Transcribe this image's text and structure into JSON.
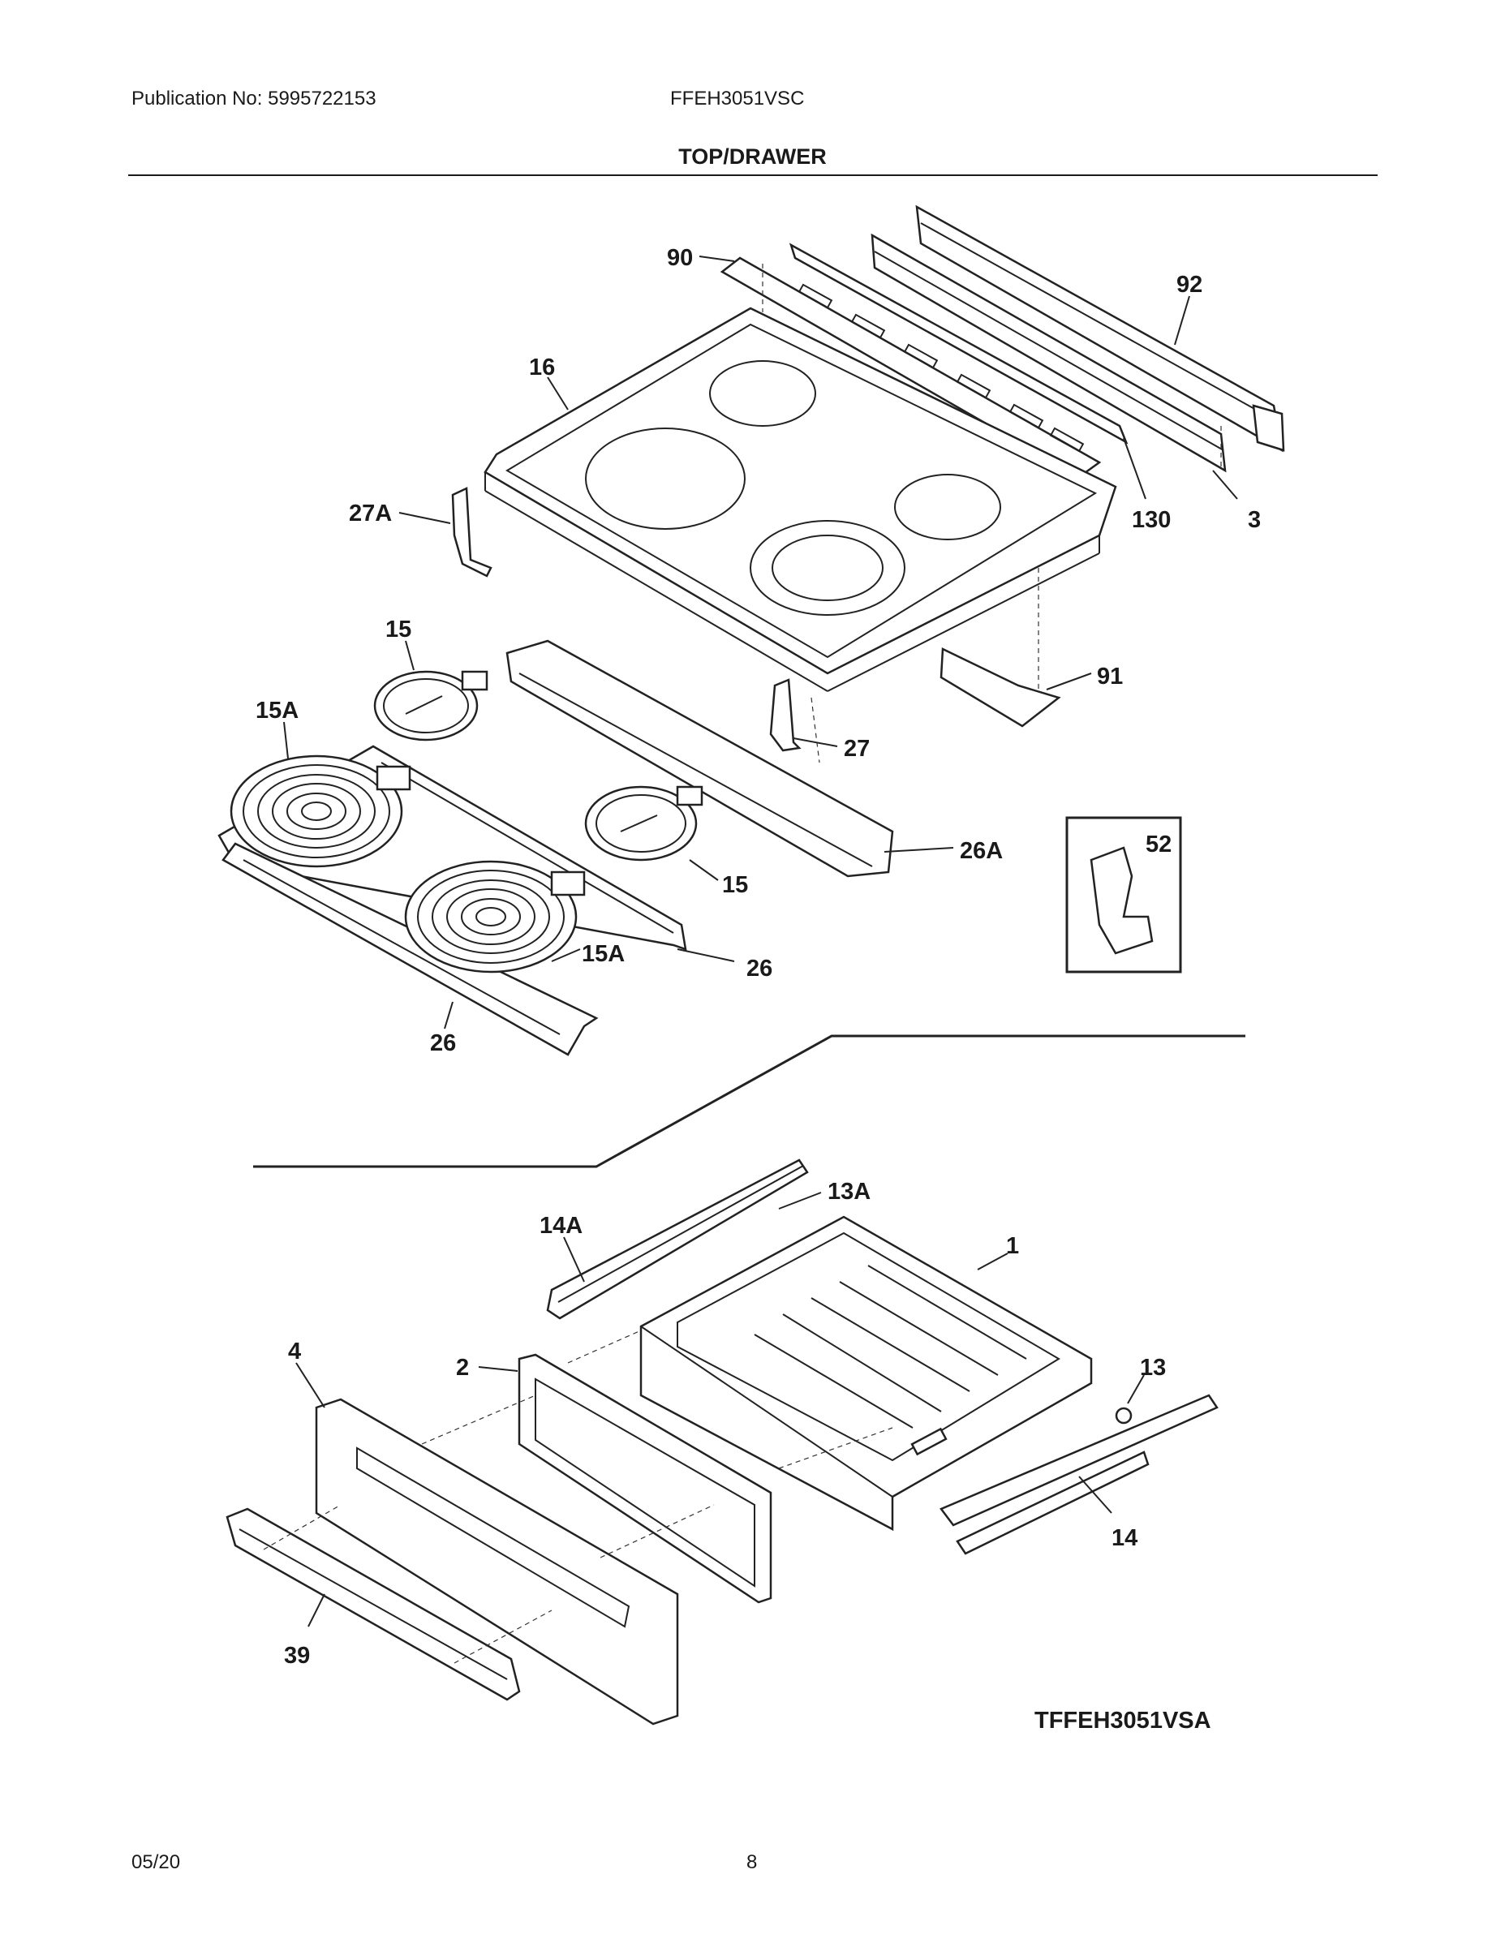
{
  "header": {
    "publication": "Publication No: 5995722153",
    "model": "FFEH3051VSC",
    "section_title": "TOP/DRAWER"
  },
  "diagram": {
    "callouts": {
      "c90": "90",
      "c92": "92",
      "c16": "16",
      "c27A": "27A",
      "c130": "130",
      "c3": "3",
      "c15_top": "15",
      "c15A_top": "15A",
      "c91": "91",
      "c27": "27",
      "c26A": "26A",
      "c52": "52",
      "c15_mid": "15",
      "c26_right": "26",
      "c15A_bot": "15A",
      "c26_bot": "26",
      "c13A": "13A",
      "c14A": "14A",
      "c1": "1",
      "c4": "4",
      "c2": "2",
      "c13": "13",
      "c14": "14",
      "c39": "39"
    },
    "drawing_code": "TFFEH3051VSA"
  },
  "footer": {
    "date": "05/20",
    "page_number": "8"
  }
}
